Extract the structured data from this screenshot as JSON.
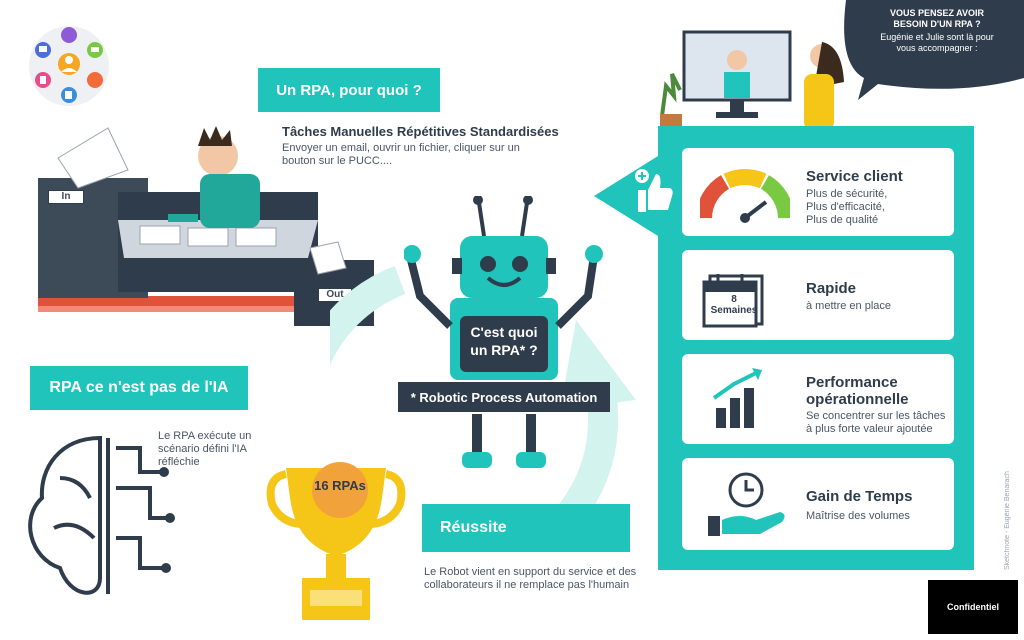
{
  "colors": {
    "teal": "#20c4bb",
    "dark": "#2f3c4b",
    "light_teal": "#bfeee9",
    "gold": "#f5c518"
  },
  "why": {
    "title": "Un RPA, pour quoi ?",
    "subtitle": "Tâches Manuelles Répétitives Standardisées",
    "text": "Envoyer un email, ouvrir un fichier, cliquer sur un bouton sur le PUCC...."
  },
  "printer": {
    "in_label": "In",
    "out_label": "Out"
  },
  "robot": {
    "question_line1": "C'est quoi",
    "question_line2": "un RPA* ?",
    "footnote": "* Robotic Process Automation"
  },
  "not_ai": {
    "title": "RPA ce n'est pas de l'IA",
    "text": "Le RPA exécute un scénario défini l'IA réfléchie"
  },
  "trophy": {
    "label": "16 RPAs"
  },
  "success": {
    "title": "Réussite",
    "text": "Le Robot vient en support du service et des collaborateurs il ne remplace pas l'humain"
  },
  "contact": {
    "title": "VOUS PENSEZ AVOIR BESOIN D'UN RPA ?",
    "text": "Eugénie et Julie sont là pour vous accompagner :"
  },
  "benefits": [
    {
      "title": "Service client",
      "lines": [
        "Plus de sécurité,",
        "Plus d'efficacité,",
        "Plus de qualité"
      ],
      "icon": "satisfaction-gauge-icon"
    },
    {
      "title": "Rapide",
      "lines": [
        "à mettre en place"
      ],
      "icon": "calendar-icon",
      "calendar_text": "8 Semaines"
    },
    {
      "title": "Performance opérationnelle",
      "lines": [
        "Se concentrer sur les tâches",
        "à plus forte valeur ajoutée"
      ],
      "icon": "growth-chart-icon"
    },
    {
      "title": "Gain de Temps",
      "lines": [
        "Maîtrise des volumes"
      ],
      "icon": "clock-hand-icon"
    }
  ],
  "credit": "Sketchnote - Eugénie Benarach",
  "confidential": "Confidentiel"
}
